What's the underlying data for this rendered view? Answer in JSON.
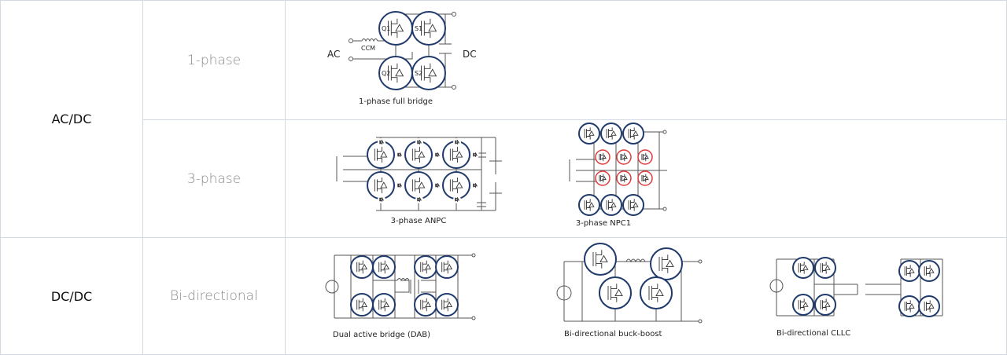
{
  "rows": [
    {
      "group": "AC/DC",
      "subtypes": [
        "1-phase",
        "3-phase"
      ]
    },
    {
      "group": "DC/DC",
      "subtypes": [
        "Bi-directional"
      ]
    }
  ],
  "diagrams": {
    "full_bridge": {
      "caption": "1-phase full bridge",
      "ac": "AC",
      "dc": "DC",
      "ccm": "CCM",
      "switches": [
        "Q1",
        "S1",
        "Q2",
        "S2"
      ]
    },
    "anpc": {
      "caption": "3-phase ANPC"
    },
    "npc1": {
      "caption": "3-phase NPC1"
    },
    "dab": {
      "caption": "Dual active bridge (DAB)"
    },
    "buck_boost": {
      "caption": "Bi-directional buck-boost"
    },
    "cllc": {
      "caption": "Bi-directional CLLC"
    }
  },
  "colors": {
    "highlight_primary": "#1f3a6b",
    "highlight_secondary": "#e03a3a",
    "border": "#d3d9e2"
  }
}
